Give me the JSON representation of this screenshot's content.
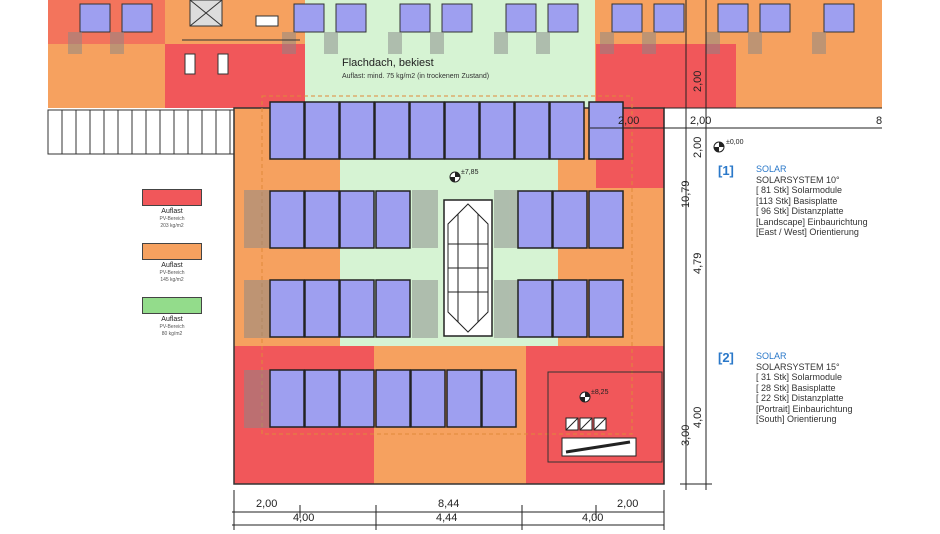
{
  "roof": {
    "title": "Flachdach, bekiest",
    "subtitle": "Auflast: mind. 75 kg/m2 (in trockenem Zustand)"
  },
  "legend": [
    {
      "label": "Auflast",
      "sub1": "PV-Bereich",
      "sub2": "203 kg/m2",
      "color": "#f1575a"
    },
    {
      "label": "Auflast",
      "sub1": "PV-Bereich",
      "sub2": "145 kg/m2",
      "color": "#f6a15f"
    },
    {
      "label": "Auflast",
      "sub1": "PV-Bereich",
      "sub2": "80 kg/m2",
      "color": "#93dc8b"
    }
  ],
  "systems": [
    {
      "number": "[1]",
      "title": "SOLAR",
      "name": "SOLARSYSTEM 10°",
      "lines": [
        "[ 81 Stk]  Solarmodule",
        "[113 Stk]  Basisplatte",
        "[ 96 Stk]  Distanzplatte",
        "[Landscape] Einbaurichtung",
        "[East / West] Orientierung"
      ]
    },
    {
      "number": "[2]",
      "title": "SOLAR",
      "name": "SOLARSYSTEM 15°",
      "lines": [
        "[ 31 Stk]  Solarmodule",
        "[ 28 Stk]  Basisplatte",
        "[ 22 Stk]  Distanzplatte",
        "[Portrait] Einbaurichtung",
        "[South] Orientierung"
      ]
    }
  ],
  "levels": {
    "a": "±0,00",
    "b": "±7,85",
    "c": "±8,25"
  },
  "dimensions": {
    "bottom_top": [
      "2,00",
      "8,44",
      "2,00"
    ],
    "bottom_bottom": [
      "4,00",
      "4,44",
      "4,00"
    ],
    "right_top": [
      "2,00",
      "2,00",
      "8"
    ],
    "vertical": [
      "2,00",
      "2,00",
      "10,79",
      "4,79",
      "4,00",
      "3,00"
    ]
  },
  "colors": {
    "red": "#f1575a",
    "orange": "#f6a15f",
    "green": "#d6f3d3",
    "module": "#9e9ff0",
    "label_blue": "#2a78c9"
  }
}
